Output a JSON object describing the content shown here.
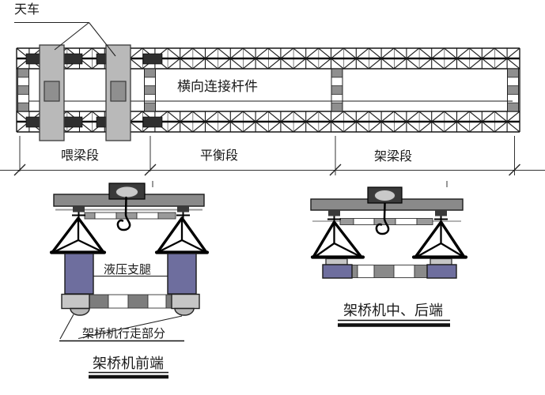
{
  "diagram": {
    "top_view": {
      "crane_label": "天车",
      "transverse_label": "横向连接杆件"
    },
    "sections": {
      "feed": "喂梁段",
      "balance": "平衡段",
      "erect": "架梁段"
    },
    "front_view": {
      "hydraulic_leg_label": "液压支腿",
      "walking_part_label": "架桥机行走部分",
      "title": "架桥机前端"
    },
    "rear_view": {
      "title": "架桥机中、后端"
    },
    "colors": {
      "support_leg_purple": "#6e6e9e",
      "beam_gray": "#8a8a8a",
      "machinery_dark": "#3a3a3a",
      "trolley_gray": "#b9b9b9",
      "trolley_inner_gray": "#8f8f8f",
      "pad_gray": "#c6c6c6",
      "pulley_gray": "#c9c9c9",
      "block_dark": "#2f2f2f",
      "stripe_gray": "#8f8f8f",
      "bar_gray": "#9a9a9a",
      "deck_gray": "#7d7d7d"
    }
  }
}
